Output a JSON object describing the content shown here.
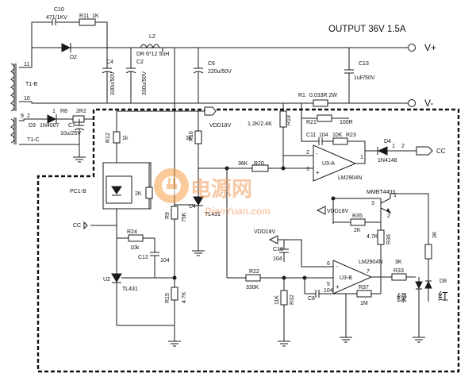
{
  "title": "OUTPUT 36V 1.5A",
  "terminals": {
    "vplus": "V+",
    "vminus": "V-",
    "cc_out": "CC",
    "cc_in": "CC"
  },
  "rails": {
    "vdd_top": "VDD18V",
    "vdd_mid": "VDD18V",
    "vdd_right": "VDD18V"
  },
  "transformer": {
    "secondary": "T1-B",
    "aux": "T1-C",
    "pin11": "11",
    "pin10": "10",
    "pin9": "9",
    "pin2": "2"
  },
  "input": {
    "c10": "C10",
    "c10_val": "471/1KV",
    "r11": "R11",
    "r11_val": "1K",
    "d2": "D2",
    "c4": "C4",
    "c4_val": "330u/50V",
    "c2": "C2",
    "c2_val": "330u/50V",
    "l2": "L2",
    "l2_val": "DR 6*12  5uH",
    "c6": "C6",
    "c6_val": "220u/50V",
    "c13": "C13",
    "c13_val": "1uF/50V",
    "r1": "R1",
    "r1_val": "0.033R 2W",
    "d3": "D3",
    "d3_val": "1N4007",
    "r8": "R8",
    "r8_val": "2R2",
    "c7": "C7",
    "c7_val": "10u/25V",
    "pin1": "1"
  },
  "control": {
    "r12": "R12",
    "r12_val": "1k",
    "pc1": "PC1-B",
    "pc1_r": "2K",
    "r16": "R16",
    "r16_val": "3K",
    "r18": "R18",
    "r18_val": "1.2K/2.4K",
    "r21": "R21",
    "r21_val": "100R",
    "c11": "C11",
    "c11_val": "104",
    "r23_val": "10K",
    "r23": "R23",
    "d4": "D4",
    "d4_val": "1N4148",
    "r20": "R20",
    "r20_val": "36K",
    "u3a": "U3-A",
    "u3a_part": "LM2904N",
    "u4": "U4",
    "u4_part": "TL431",
    "r9": "R9",
    "r9_val": "75K",
    "r24": "R24",
    "r24_val": "10k",
    "c12": "C12",
    "c12_val": "104",
    "u2": "U2",
    "u2_part": "TL431",
    "r15": "R15",
    "r15_val": "4.7K",
    "q": "MMBT4403",
    "r35": "R35",
    "r35_val": "2K",
    "r36": "R36",
    "r36_val": "4.7K",
    "r_led": "3K",
    "c16": "C16",
    "c16_val": "104",
    "u3b": "U3-B",
    "u3b_part": "LM2904N",
    "r22": "R22",
    "r22_val": "330K",
    "r33": "R33",
    "r33_val": "3K",
    "c8": "C8",
    "c8_val": "104",
    "r37": "R37",
    "r37_val": "1M",
    "r32": "R32",
    "r32_val": "11K",
    "d8": "D8",
    "green": "绿",
    "red": "红",
    "pin3": "3",
    "pin2": "2",
    "pin1": "1",
    "pin5": "5",
    "pin6": "6",
    "pin7": "7",
    "plus": "+",
    "minus": "-"
  },
  "watermark": {
    "cn": "电源网",
    "en": "DianYuan.com"
  }
}
